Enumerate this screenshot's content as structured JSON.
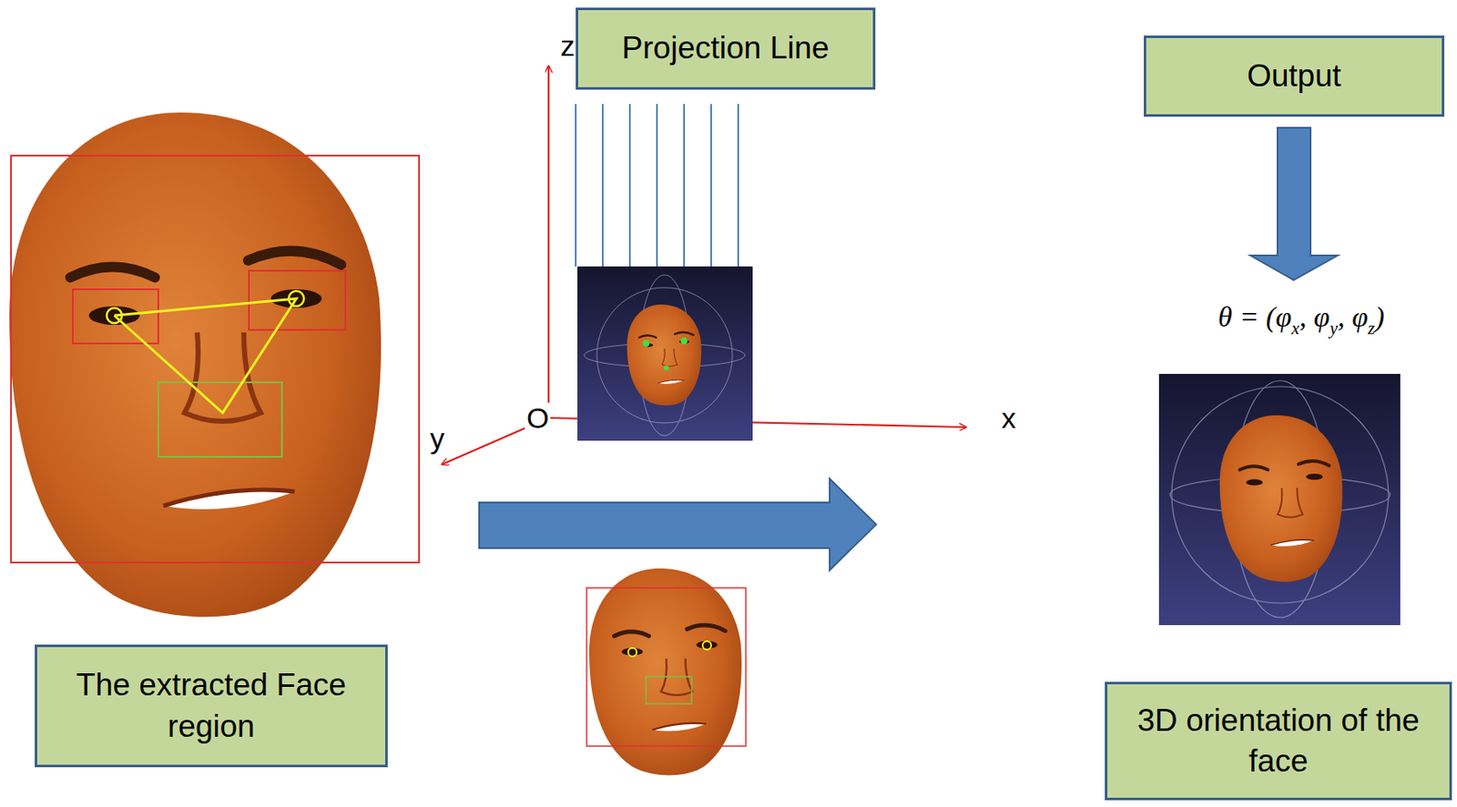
{
  "diagram": {
    "nodes": [
      {
        "text": [
          "Projection Line"
        ]
      },
      {
        "text": [
          "Output"
        ]
      },
      {
        "text": [
          "The extracted Face region"
        ]
      },
      {
        "text": [
          "3D orientation of the face"
        ]
      }
    ],
    "labels": [
      "z",
      "O",
      "x",
      "y",
      "θ = (φ",
      "x",
      ", φ",
      "y",
      ", φ",
      "z",
      ")"
    ]
  }
}
